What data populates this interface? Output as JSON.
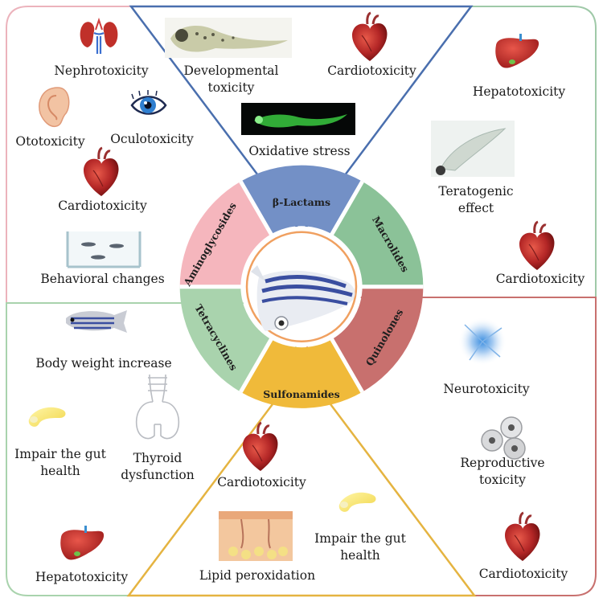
{
  "segments": {
    "beta_lactams": "β-Lactams",
    "macrolides": "Macrolides",
    "quinolones": "Quinolones",
    "sulfonamides": "Sulfonamides",
    "tetracyclines": "Tetracyclines",
    "aminoglycosides": "Aminoglycosides"
  },
  "beta_lactams_effects": {
    "developmental": "Developmental\ntoxicity",
    "cardio": "Cardiotoxicity",
    "oxidative": "Oxidative stress"
  },
  "aminoglycosides_effects": {
    "nephro": "Nephrotoxicity",
    "oto": "Ototoxicity",
    "oculo": "Oculotoxicity",
    "cardio": "Cardiotoxicity",
    "behavioral": "Behavioral changes"
  },
  "macrolides_effects": {
    "hepato": "Hepatotoxicity",
    "teratogenic": "Teratogenic\neffect",
    "cardio": "Cardiotoxicity"
  },
  "tetracyclines_effects": {
    "body_weight": "Body weight increase",
    "gut": "Impair the gut\nhealth",
    "thyroid": "Thyroid\ndysfunction",
    "hepato": "Hepatotoxicity"
  },
  "sulfonamides_effects": {
    "cardio": "Cardiotoxicity",
    "gut": "Impair the gut\nhealth",
    "lipid": "Lipid peroxidation"
  },
  "quinolones_effects": {
    "neuro": "Neurotoxicity",
    "reproductive": "Reproductive\ntoxicity",
    "cardio": "Cardiotoxicity"
  },
  "colors": {
    "beta_lactams": "#7390c6",
    "macrolides": "#8bc298",
    "quinolones": "#c8706e",
    "sulfonamides": "#f0ba3a",
    "tetracyclines": "#a9d3ad",
    "aminoglycosides": "#f5b6bd",
    "center_ring": "#f0a060"
  }
}
